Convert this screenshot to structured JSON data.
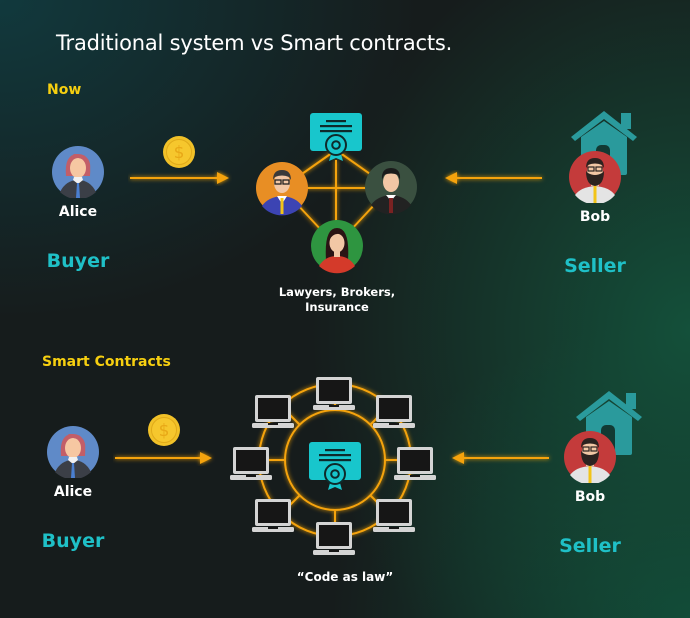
{
  "title": "Traditional system vs Smart contracts.",
  "colors": {
    "accent_yellow": "#f6cf10",
    "accent_cyan": "#1fc0c7",
    "arrow_orange": "#f5a30b",
    "network_line": "#f5a30b",
    "certificate": "#18c6cc",
    "house": "#2a9a9c",
    "background_dark": "#161c1c",
    "background_green": "#14503a"
  },
  "now_section": {
    "label": "Now",
    "buyer": {
      "name": "Alice",
      "role": "Buyer",
      "avatar_icon": "woman-avatar-icon"
    },
    "seller": {
      "name": "Bob",
      "role": "Seller",
      "avatar_icon": "bearded-man-avatar-icon",
      "asset_icon": "house-icon"
    },
    "payment_icon": "dollar-coin-icon",
    "intermediaries": {
      "caption_line1": "Lawyers, Brokers,",
      "caption_line2": "Insurance",
      "center_icon": "certificate-icon",
      "people": [
        "lawyer-avatar-icon",
        "broker-avatar-icon",
        "insurance-agent-avatar-icon"
      ]
    }
  },
  "smart_section": {
    "label": "Smart Contracts",
    "buyer": {
      "name": "Alice",
      "role": "Buyer",
      "avatar_icon": "woman-avatar-icon"
    },
    "seller": {
      "name": "Bob",
      "role": "Seller",
      "avatar_icon": "bearded-man-avatar-icon",
      "asset_icon": "house-icon"
    },
    "payment_icon": "dollar-coin-icon",
    "network": {
      "caption": "“Code as law”",
      "center_icon": "certificate-icon",
      "node_count": 8,
      "node_icon": "laptop-icon"
    }
  }
}
